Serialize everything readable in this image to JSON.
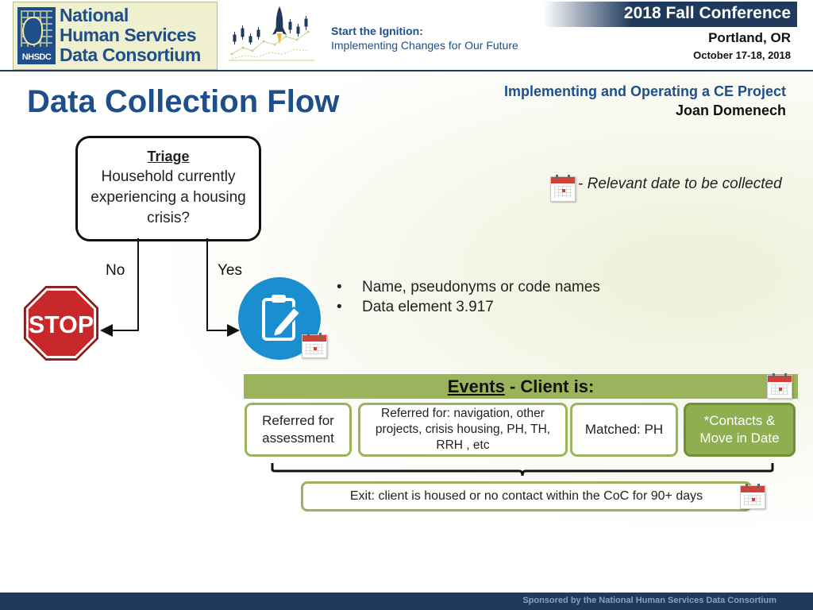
{
  "header": {
    "logo_abbr": "NHSDC",
    "logo_lines": [
      "National",
      "Human Services",
      "Data Consortium"
    ],
    "tagline_line1": "Start the Ignition:",
    "tagline_line2": "Implementing Changes for Our Future",
    "conference_title": "2018 Fall Conference",
    "city": "Portland, OR",
    "dates": "October 17-18, 2018"
  },
  "slide": {
    "title": "Data Collection Flow",
    "subtitle_line1": "Implementing and Operating a CE  Project",
    "subtitle_line2": "Joan Domenech"
  },
  "legend": {
    "text": "- Relevant date to be collected",
    "icon": "calendar-icon"
  },
  "triage": {
    "heading": "Triage",
    "body": "Household currently experiencing a housing crisis?"
  },
  "branches": {
    "no": "No",
    "yes": "Yes"
  },
  "stop_sign": {
    "text": "STOP",
    "color": "#c8282a"
  },
  "task_icon": {
    "icon": "clipboard-pencil-icon",
    "color": "#1a8fcf"
  },
  "bullets": [
    "Name, pseudonyms or code names",
    "Data element 3.917"
  ],
  "events": {
    "title_underlined": "Events",
    "title_rest": " - Client is:",
    "boxes": [
      "Referred for assessment",
      "Referred for: navigation, other projects, crisis housing, PH, TH, RRH , etc",
      "Matched: PH",
      "*Contacts & Move in Date"
    ]
  },
  "exit": {
    "text": "Exit: client is housed or no contact within the CoC for 90+ days"
  },
  "footer": {
    "text": "Sponsored by the National Human Services Data Consortium"
  },
  "colors": {
    "brand_blue": "#1e4f8a",
    "navy": "#1e3a5c",
    "olive": "#9bb35b"
  }
}
